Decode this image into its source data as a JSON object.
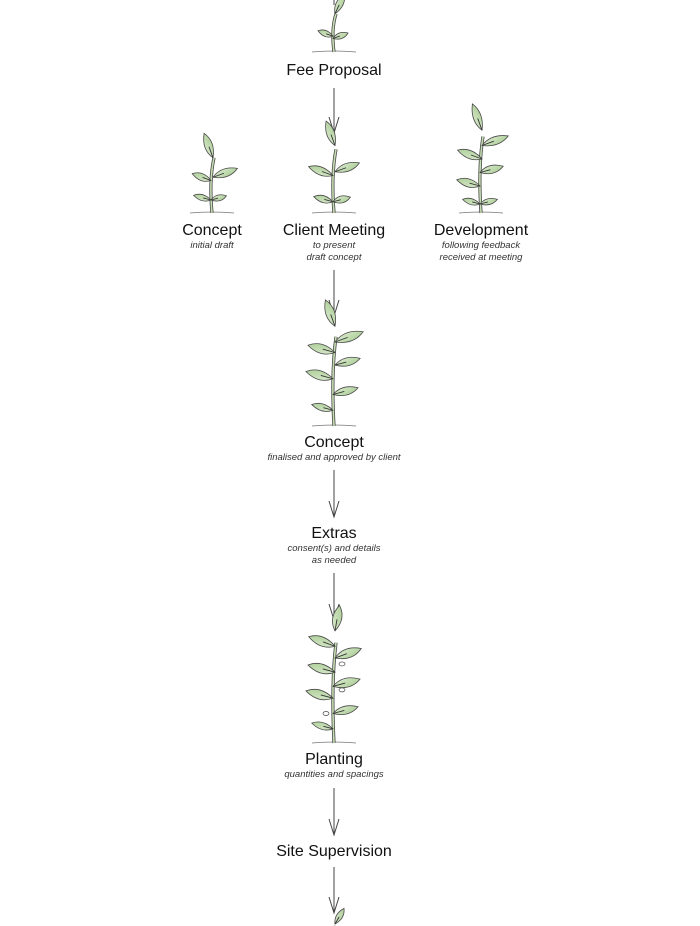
{
  "steps": {
    "fee_proposal": {
      "title": "Fee Proposal"
    },
    "concept_initial": {
      "title": "Concept",
      "sub": [
        "initial draft"
      ]
    },
    "client_meeting": {
      "title": "Client Meeting",
      "sub": [
        "to present",
        "draft concept"
      ]
    },
    "development": {
      "title": "Development",
      "sub": [
        "following feedback",
        "received at meeting"
      ]
    },
    "concept_final": {
      "title": "Concept",
      "sub": [
        "finalised and approved by client"
      ]
    },
    "extras": {
      "title": "Extras",
      "sub": [
        "consent(s) and details",
        "as needed"
      ]
    },
    "planting": {
      "title": "Planting",
      "sub": [
        "quantities and spacings"
      ]
    },
    "site_supervision": {
      "title": "Site Supervision"
    }
  },
  "colors": {
    "leaf": "#bcd8a8",
    "leaf_light": "#dcebd0",
    "stroke": "#4a4a4a",
    "arrow": "#444444"
  }
}
